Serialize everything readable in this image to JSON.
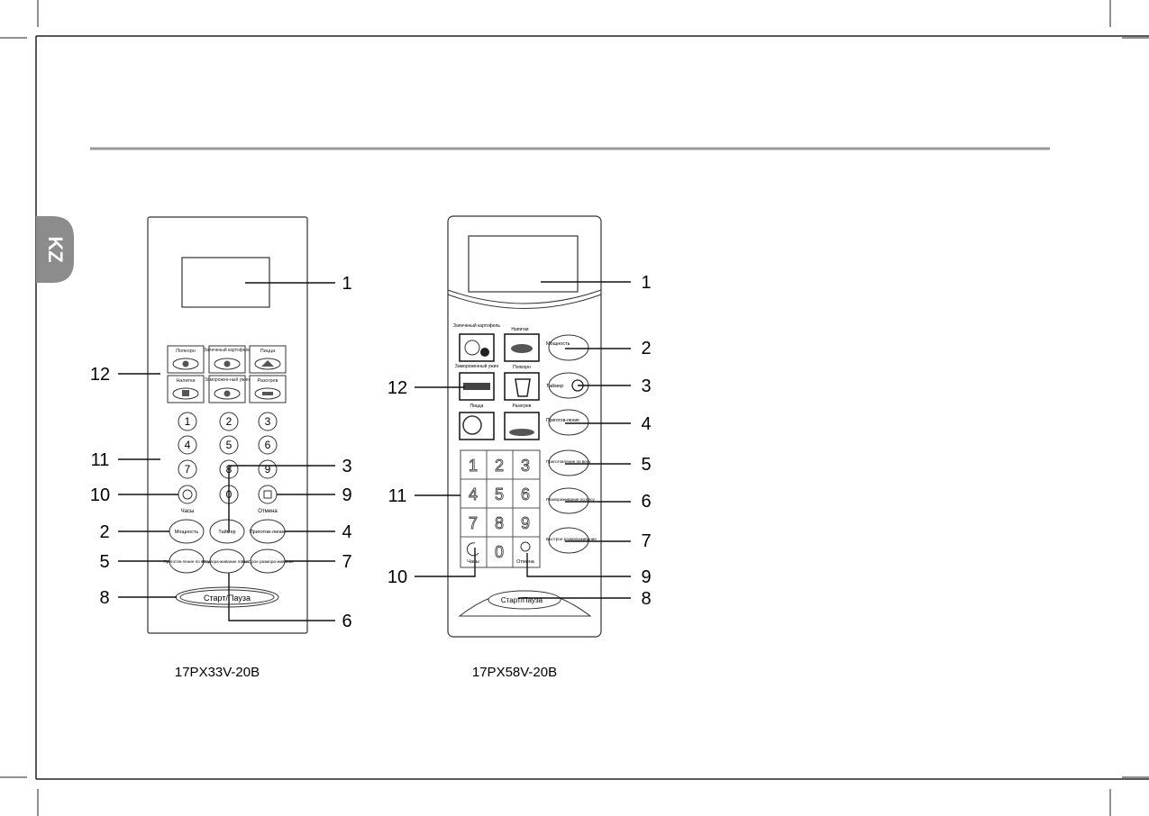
{
  "page": {
    "lang_tab": "KZ"
  },
  "panel_a": {
    "model": "17PX33V-20B",
    "callouts": [
      "1",
      "12",
      "11",
      "10",
      "2",
      "5",
      "8",
      "3",
      "9",
      "4",
      "7",
      "6"
    ],
    "auto_buttons": [
      "Попкорн",
      "Запеченый картофель",
      "Пицца",
      "Напитки",
      "Заморожен-ный ужин",
      "Разогрев"
    ],
    "digits": [
      "1",
      "2",
      "3",
      "4",
      "5",
      "6",
      "7",
      "8",
      "9",
      "0"
    ],
    "labels": {
      "clock": "Часы",
      "cancel": "Отмена",
      "power": "Мощность",
      "timer": "Таймер",
      "cooking": "Приготов-ление",
      "weight_cook": "Приготов-ление по весу",
      "weight_defrost": "Размора-живание по весу",
      "quick_defrost": "Быстрое размора-живание",
      "start_pause": "Старт/Пауза"
    }
  },
  "panel_b": {
    "model": "17PX58V-20B",
    "callouts": [
      "1",
      "2",
      "3",
      "4",
      "5",
      "6",
      "7",
      "12",
      "11",
      "10",
      "9",
      "8"
    ],
    "auto_buttons": [
      "Запеченый картофель",
      "Напитки",
      "Замороженный ужин",
      "Попкорн",
      "Пицца",
      "Разогрев"
    ],
    "digits": [
      "1",
      "2",
      "3",
      "4",
      "5",
      "6",
      "7",
      "8",
      "9",
      "0"
    ],
    "labels": {
      "power": "Мощность",
      "timer": "Таймер",
      "cooking": "Приготов-ление",
      "weight_cook": "Приготовление по весу",
      "weight_defrost": "Размораживание по весу",
      "quick_defrost": "Быстрое размораживание",
      "clock": "Часы",
      "cancel": "Отмена",
      "start_pause": "Старт/Пауза"
    }
  }
}
